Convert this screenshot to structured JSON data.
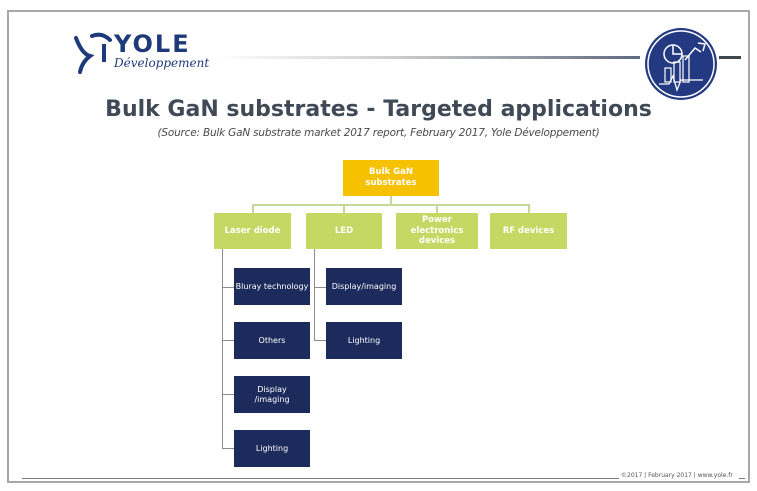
{
  "header": {
    "logo_name": "YOLE",
    "logo_sub": "Développement"
  },
  "slide": {
    "title": "Bulk GaN substrates - Targeted applications",
    "source": "(Source: Bulk GaN substrate market 2017 report, February 2017, Yole Développement)"
  },
  "diagram": {
    "root": "Bulk GaN substrates",
    "applications": [
      {
        "label": "Laser diode",
        "children": [
          "Bluray technology",
          "Others",
          "Display /imaging",
          "Lighting"
        ]
      },
      {
        "label": "LED",
        "children": [
          "Display/imaging",
          "Lighting"
        ]
      },
      {
        "label": "Power electronics devices",
        "children": []
      },
      {
        "label": "RF devices",
        "children": []
      }
    ]
  },
  "footer": {
    "text": "©2017 | February 2017 | www.yole.fr"
  },
  "colors": {
    "root": "#f6c100",
    "application": "#c5d864",
    "leaf": "#1c2b5c",
    "logo": "#1f3a7a"
  }
}
